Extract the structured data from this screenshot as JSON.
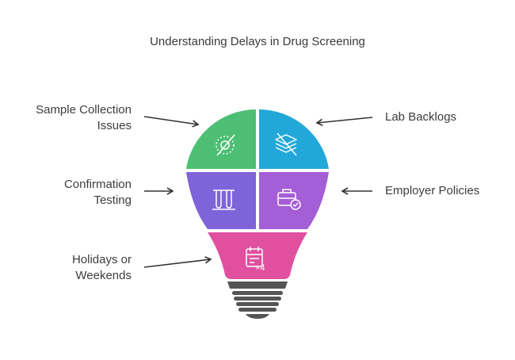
{
  "title": "Understanding Delays in Drug Screening",
  "segments": [
    {
      "label_lines": [
        "Sample Collection",
        "Issues"
      ],
      "color": "#4dbf74",
      "icon": "no-sample-icon"
    },
    {
      "label_lines": [
        "Lab Backlogs"
      ],
      "color": "#22a8d8",
      "icon": "stacked-layers-icon"
    },
    {
      "label_lines": [
        "Confirmation",
        "Testing"
      ],
      "color": "#7e63d9",
      "icon": "test-tubes-icon"
    },
    {
      "label_lines": [
        "Employer Policies"
      ],
      "color": "#a45ed6",
      "icon": "briefcase-check-icon"
    },
    {
      "label_lines": [
        "Holidays or",
        "Weekends"
      ],
      "color": "#e0509f",
      "icon": "calendar-x4-icon"
    }
  ],
  "colors": {
    "base": "#555555",
    "arrow": "#333333",
    "text": "#3d3d3d"
  }
}
